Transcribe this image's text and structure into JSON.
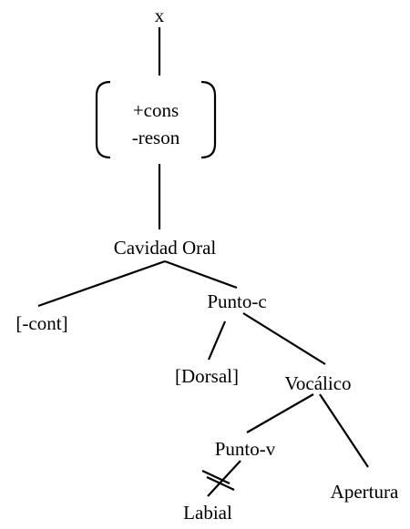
{
  "tree": {
    "root": "x",
    "features": [
      "+cons",
      "-reson"
    ],
    "nodes": {
      "cavidad": "Cavidad Oral",
      "cont": "[-cont]",
      "puntoc": "Punto-c",
      "dorsal": "[Dorsal]",
      "vocalico": "Vocálico",
      "puntov": "Punto-v",
      "apertura": "Apertura",
      "labial": "Labial"
    }
  }
}
